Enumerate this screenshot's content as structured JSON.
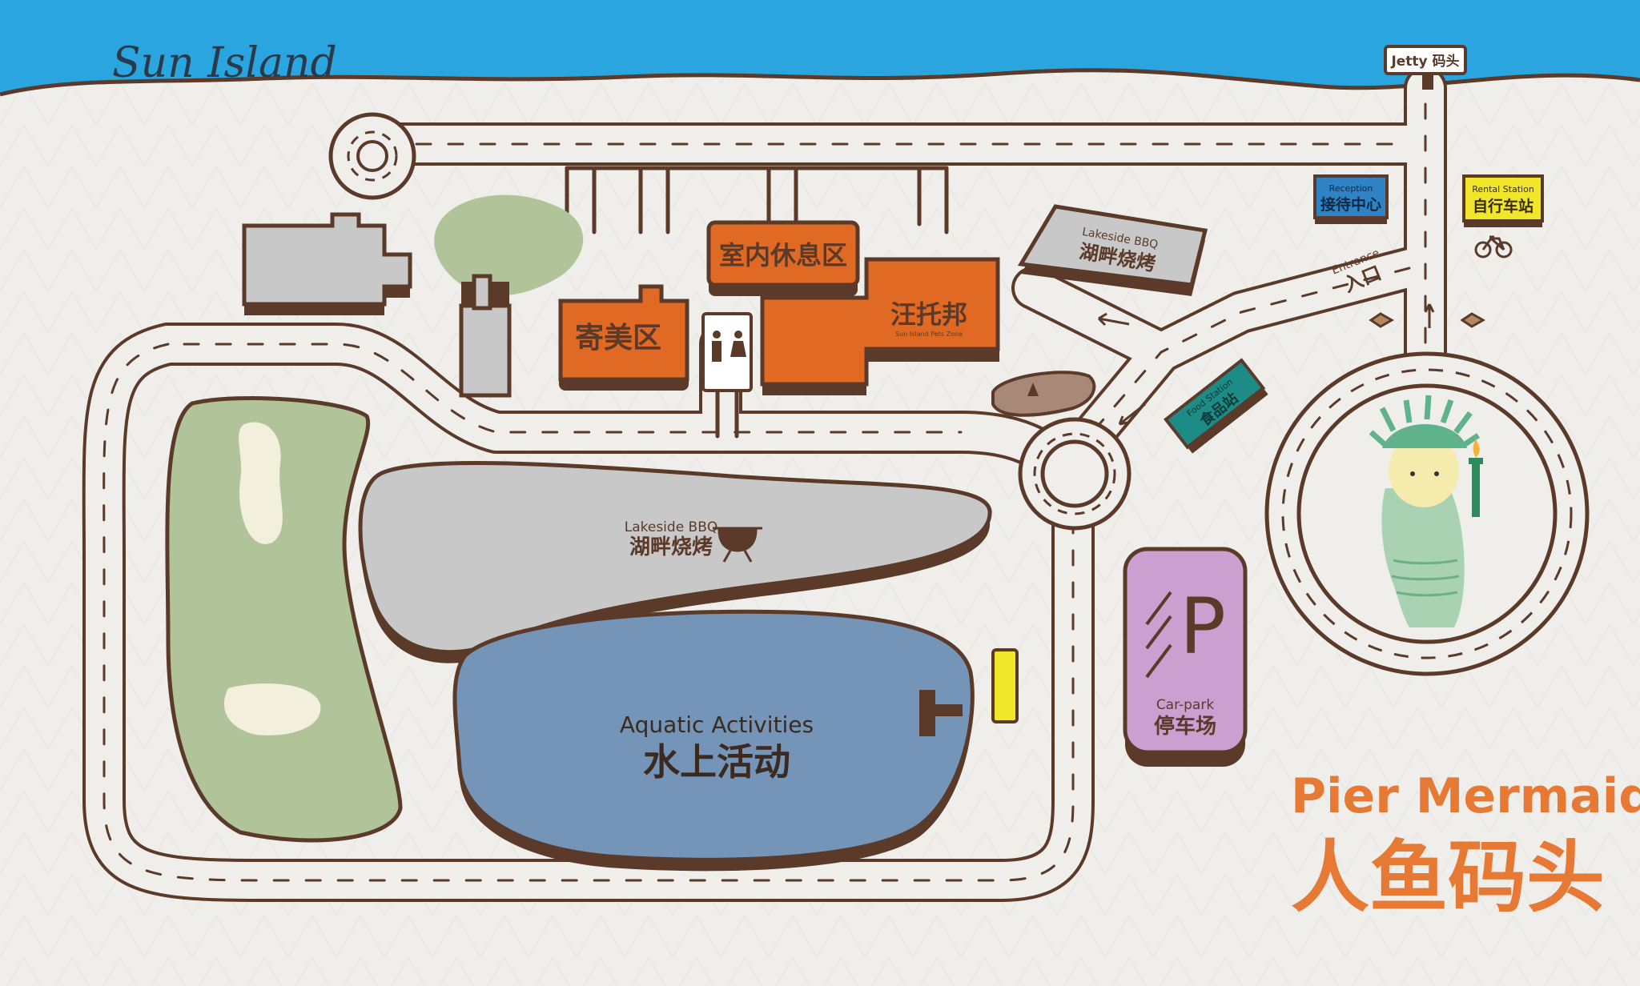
{
  "brand": {
    "logo_text": "Sun Island"
  },
  "title": {
    "en": "Pier Mermaid",
    "cn": "人鱼码头"
  },
  "colors": {
    "water": "#2aa5e0",
    "ground": "#efeeea",
    "road_outline": "#5b3a2a",
    "orange": "#e06a23",
    "gray_building": "#c8c8c8",
    "green": "#b1c398",
    "lake": "#7494b8",
    "parking": "#cb9fcf",
    "label_blue": "#2f83c4",
    "label_yellow": "#f0e62a",
    "food_teal": "#1d8c86",
    "title_orange": "#e67a35"
  },
  "signs": {
    "jetty": "Jetty 码头",
    "reception": {
      "en": "Reception",
      "cn": "接待中心"
    },
    "rental": {
      "en": "Rental Station",
      "cn": "自行车站"
    },
    "entrance": {
      "en": "Entrance",
      "cn": "入口"
    },
    "food": {
      "en": "Food Station",
      "cn": "食品站"
    }
  },
  "zones": {
    "bbq_top": {
      "en": "Lakeside BBQ",
      "cn": "湖畔烧烤"
    },
    "bbq_main": {
      "en": "Lakeside BBQ",
      "cn": "湖畔烧烤"
    },
    "aquatic": {
      "en": "Aquatic Activities",
      "cn": "水上活动"
    },
    "carpark": {
      "en": "Car-park",
      "cn": "停车场",
      "symbol": "P"
    },
    "indoor_lounge": {
      "cn": "室内休息区"
    },
    "beauty": {
      "cn": "寄美区"
    },
    "pets": {
      "cn": "汪托邦",
      "en": "Sun Island Pets Zone"
    }
  },
  "icons": {
    "restroom": "restroom-icon",
    "bbq_grill": "bbq-grill-icon",
    "bicycle": "bicycle-icon",
    "mermaid_statue": "mermaid-statue-icon"
  }
}
